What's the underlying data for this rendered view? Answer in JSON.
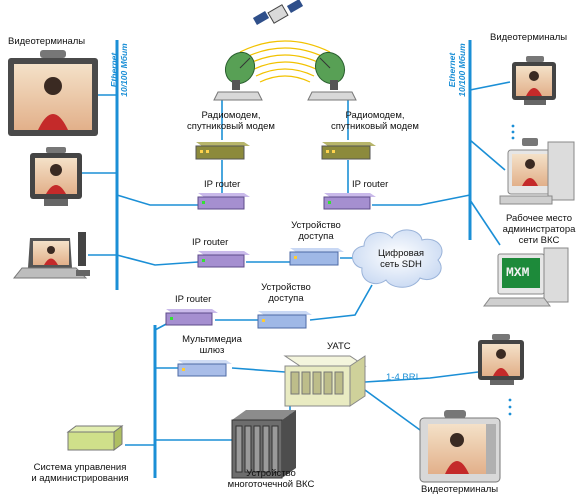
{
  "labels": {
    "ethernet_left_1": "Ethernet",
    "ethernet_left_2": "10/100 Мбит",
    "ethernet_right_1": "Ethernet",
    "ethernet_right_2": "10/100 Мбит",
    "videoterminals_left": "Видеотерминалы",
    "videoterminals_right": "Видеотерминалы",
    "videoterminals_bottom": "Видеотерминалы",
    "radiomodem_left_1": "Радиомодем,",
    "radiomodem_left_2": "спутниковый модем",
    "radiomodem_right_1": "Радиомодем,",
    "radiomodem_right_2": "спутниковый модем",
    "ip_router_1": "IP router",
    "ip_router_2": "IP router",
    "ip_router_3": "IP router",
    "ip_router_4": "IP router",
    "access_device_1_a": "Устройство",
    "access_device_1_b": "доступа",
    "access_device_2_a": "Устройство",
    "access_device_2_b": "доступа",
    "sdh_1": "Цифровая",
    "sdh_2": "сеть SDH",
    "admin_ws_1": "Рабочее место",
    "admin_ws_2": "администратора",
    "admin_ws_3": "сети ВКС",
    "mxm_screen": "MXM",
    "gateway_1": "Мультимедиа",
    "gateway_2": "шлюз",
    "uats": "УАТС",
    "bri": "1-4 BRI",
    "mcu_1": "Устройство",
    "mcu_2": "многоточечной ВКС",
    "mgmt_1": "Система управления",
    "mgmt_2": "и администрирования"
  },
  "colors": {
    "link": "#1b8fd6",
    "router": "#a58fd0",
    "access": "#9fb8e6",
    "modem": "#8c8a3c",
    "gateway": "#a9bde8",
    "uats": "#e9ebc2",
    "mgmt": "#cfe08a",
    "cloud": "#dbe6f7",
    "monitor": "#3a3a3a"
  }
}
